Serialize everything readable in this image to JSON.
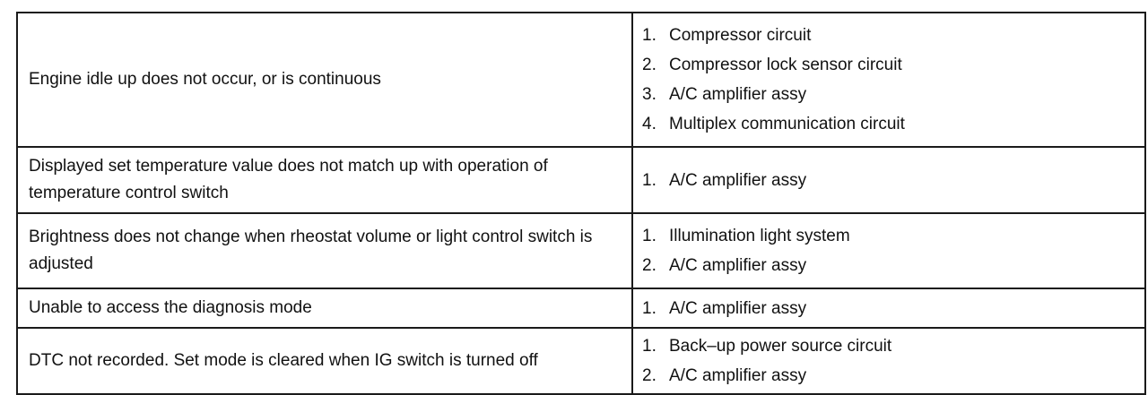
{
  "rows": [
    {
      "symptom": "Engine idle up does not occur, or is continuous",
      "parts": [
        {
          "num": "1.",
          "text": "Compressor circuit"
        },
        {
          "num": "2.",
          "text": "Compressor lock sensor circuit"
        },
        {
          "num": "3.",
          "text": "A/C amplifier assy"
        },
        {
          "num": "4.",
          "text": "Multiplex communication circuit"
        }
      ]
    },
    {
      "symptom": "Displayed set temperature value does not match up with operation of temperature control switch",
      "parts": [
        {
          "num": "1.",
          "text": "A/C amplifier assy"
        }
      ]
    },
    {
      "symptom": "Brightness does not change when rheostat volume or light control switch is adjusted",
      "parts": [
        {
          "num": "1.",
          "text": "Illumination light system"
        },
        {
          "num": "2.",
          "text": "A/C amplifier assy"
        }
      ]
    },
    {
      "symptom": "Unable to access the diagnosis mode",
      "parts": [
        {
          "num": "1.",
          "text": "A/C amplifier assy"
        }
      ]
    },
    {
      "symptom": "DTC not recorded. Set mode is cleared when IG switch is turned off",
      "parts": [
        {
          "num": "1.",
          "text": "Back–up power source circuit"
        },
        {
          "num": "2.",
          "text": "A/C amplifier assy"
        }
      ]
    }
  ]
}
